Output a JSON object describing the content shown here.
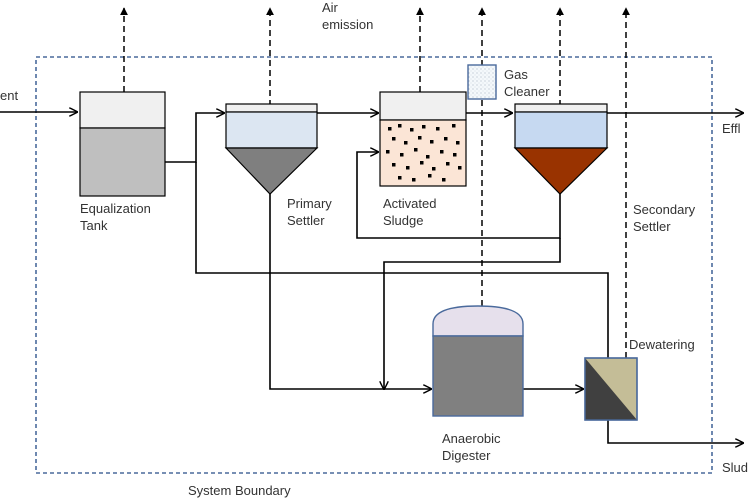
{
  "diagram": {
    "air_emission_label": [
      "Air",
      "emission"
    ],
    "influent_label": "ent",
    "effluent_label": "Effl",
    "sludge_label": "Slud",
    "system_boundary_label": "System Boundary",
    "gas_cleaner_label": [
      "Gas",
      "Cleaner"
    ],
    "units": {
      "equalization_tank": [
        "Equalization",
        "Tank"
      ],
      "primary_settler": [
        "Primary",
        "Settler"
      ],
      "activated_sludge": [
        "Activated",
        "Sludge"
      ],
      "secondary_settler": [
        "Secondary",
        "Settler"
      ],
      "anaerobic_digester": [
        "Anaerobic",
        "Digester"
      ],
      "dewatering": "Dewatering"
    },
    "colors": {
      "boundary": "#4a6a9c",
      "tank_top": "#f0f0f0",
      "tank_liquid": "#bfbfbf",
      "settler_liquid": "#dce6f2",
      "primary_sludge": "#7f7f7f",
      "aeration": "#fbe5d6",
      "secondary_liquid": "#c6d9f1",
      "secondary_sludge": "#993300",
      "digester_dome": "#e6e0ec",
      "digester_body": "#808080",
      "dewatering_light": "#c4bd97",
      "dewatering_dark": "#404040"
    }
  }
}
